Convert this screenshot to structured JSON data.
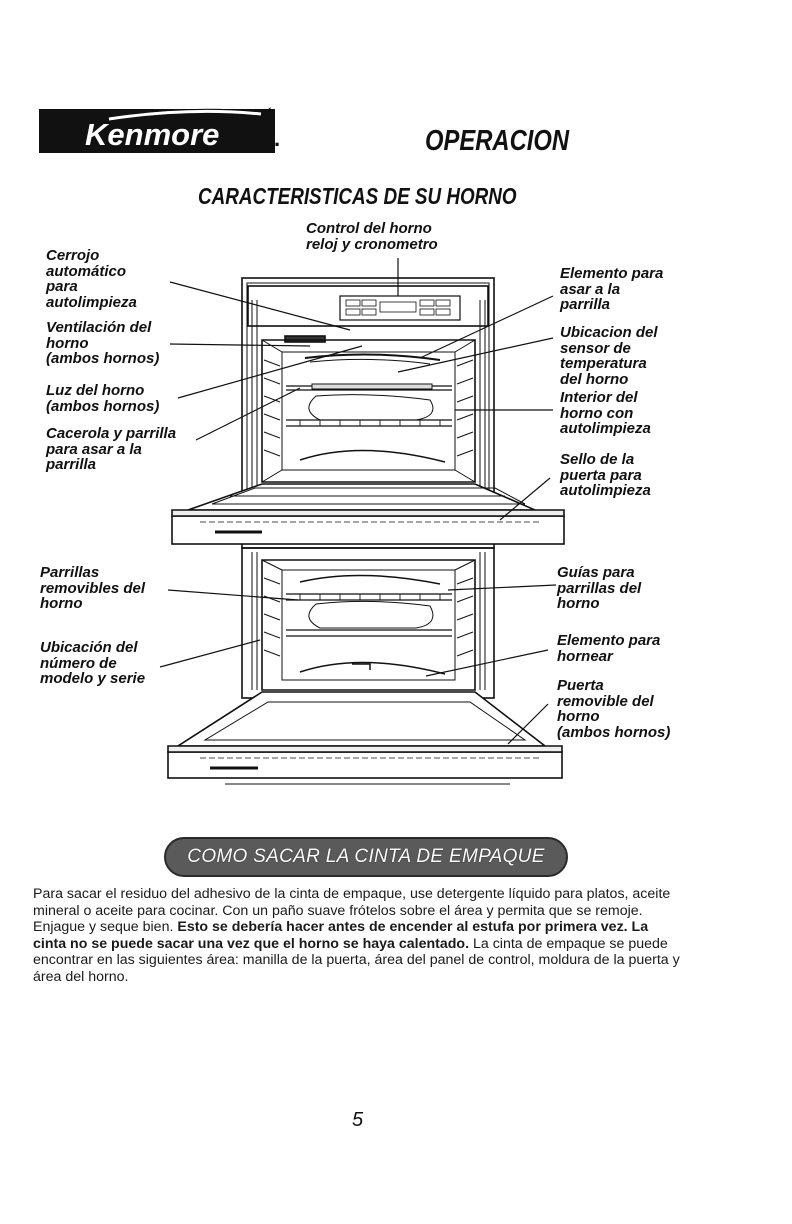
{
  "brand": {
    "logo_text": "Kenmore"
  },
  "header": {
    "section": "OPERACION"
  },
  "subheader": {
    "title": "CARACTERISTICAS DE SU HORNO"
  },
  "labels": {
    "control": [
      "Control del horno",
      "reloj y cronometro"
    ],
    "cerrojo": [
      "Cerrojo",
      "automático",
      "para",
      "autolimpieza"
    ],
    "ventilacion": [
      "Ventilación del",
      "horno",
      "(ambos hornos)"
    ],
    "luz": [
      "Luz del horno",
      "(ambos hornos)"
    ],
    "cacerola": [
      "Cacerola y parrilla",
      "para asar a la",
      "parrilla"
    ],
    "parrillas": [
      "Parrillas",
      "removibles del",
      "horno"
    ],
    "ubic_modelo": [
      "Ubicación del",
      "número de",
      "modelo y serie"
    ],
    "elemento_asar": [
      "Elemento para",
      "asar a la",
      "parrilla"
    ],
    "sensor": [
      "Ubicacion del",
      "sensor de",
      "temperatura",
      "del horno"
    ],
    "interior": [
      "Interior del",
      "horno con",
      "autolimpieza"
    ],
    "sello": [
      "Sello de la",
      "puerta para",
      "autolimpieza"
    ],
    "guias": [
      "Guías para",
      "parrillas del",
      "horno"
    ],
    "elemento_hornear": [
      "Elemento para",
      "hornear"
    ],
    "puerta": [
      "Puerta",
      "removible del",
      "horno",
      "(ambos hornos)"
    ]
  },
  "banner": {
    "text": "COMO SACAR LA CINTA DE EMPAQUE"
  },
  "paragraph": {
    "p1": "Para sacar el residuo del adhesivo de la cinta de empaque, use detergente líquido para platos, aceite mineral o aceite para cocinar. Con un paño suave frótelos sobre el área y permita que se remoje. Enjague y seque bien. ",
    "bold": "Esto se debería hacer antes de encender al estufa por primera vez. La cinta no se puede sacar una vez que el horno se haya calentado.",
    "p2": " La cinta de empaque se puede encontrar en las siguientes área: manilla de la puerta, área del panel de control, moldura de la puerta y área del horno."
  },
  "page_number": "5"
}
